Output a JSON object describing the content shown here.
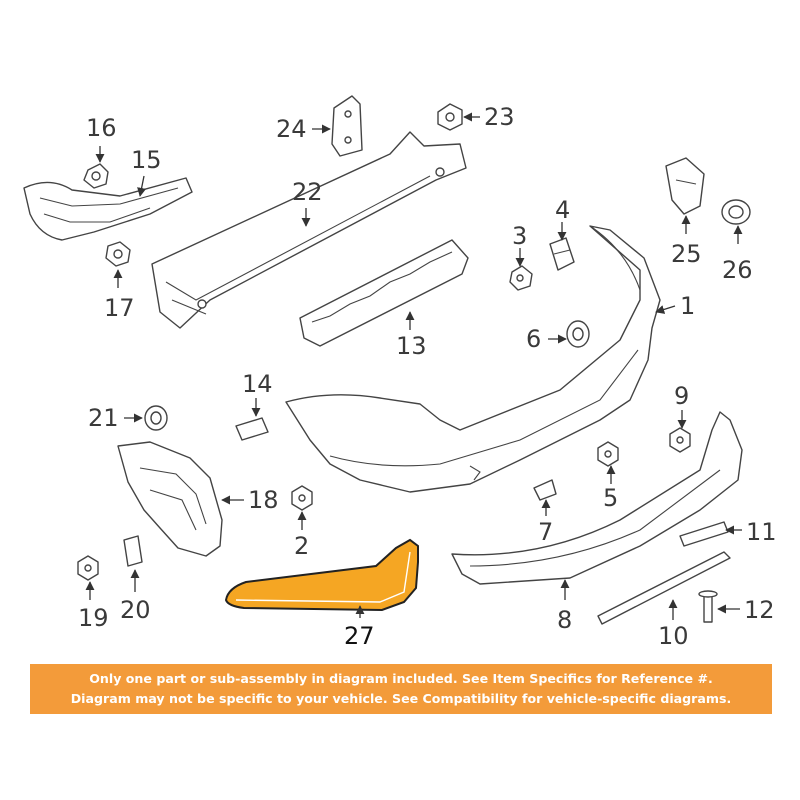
{
  "callouts": {
    "c1": "1",
    "c2": "2",
    "c3": "3",
    "c4": "4",
    "c5": "5",
    "c6": "6",
    "c7": "7",
    "c8": "8",
    "c9": "9",
    "c10": "10",
    "c11": "11",
    "c12": "12",
    "c13": "13",
    "c14": "14",
    "c15": "15",
    "c16": "16",
    "c17": "17",
    "c18": "18",
    "c19": "19",
    "c20": "20",
    "c21": "21",
    "c22": "22",
    "c23": "23",
    "c24": "24",
    "c25": "25",
    "c26": "26",
    "c27": "27"
  },
  "highlight_color": "#f5a623",
  "banner": {
    "line1": "Only one part or sub-assembly in diagram included. See Item Specifics for Reference #.",
    "line2": "Diagram may not be specific to your vehicle. See Compatibility for vehicle-specific diagrams.",
    "color": "#f39b3a"
  }
}
